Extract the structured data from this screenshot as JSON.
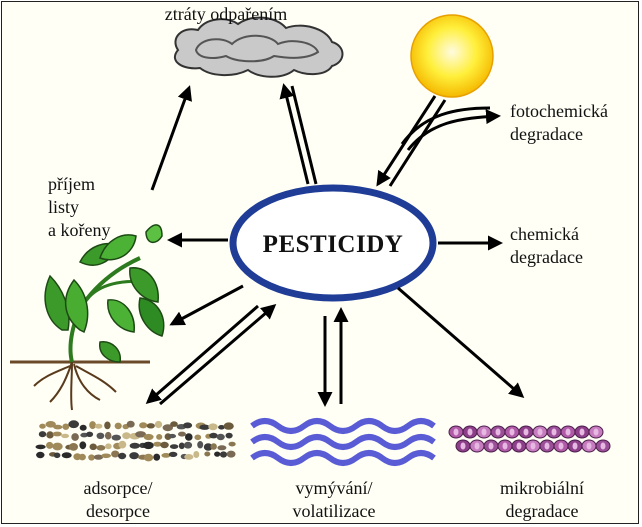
{
  "center": {
    "title": "PESTICIDY"
  },
  "labels": {
    "evaporation": "ztráty odpařením",
    "photochemical_1": "fotochemická",
    "photochemical_2": "degradace",
    "uptake_1": "příjem",
    "uptake_2": "listy",
    "uptake_3": "a kořeny",
    "chemical_1": "chemická",
    "chemical_2": "degradace",
    "adsorption_1": "adsorpce/",
    "adsorption_2": "desorpce",
    "leaching_1": "vymývání/",
    "leaching_2": "volatilizace",
    "microbial_1": "mikrobiální",
    "microbial_2": "degradace"
  },
  "colors": {
    "ellipse_stroke": "#1f3c96",
    "sun_fill": "#ffe800",
    "sun_outline": "#f0a400",
    "cloud_fill": "#c4c4c4",
    "water": "#5a5cd6",
    "plant_leaf": "#3c9a2a",
    "microbe": "#b05aa8",
    "arrow": "#000000"
  },
  "icons": [
    "cloud-icon",
    "sun-icon",
    "plant-icon",
    "soil-icon",
    "water-waves-icon",
    "microbes-icon"
  ]
}
